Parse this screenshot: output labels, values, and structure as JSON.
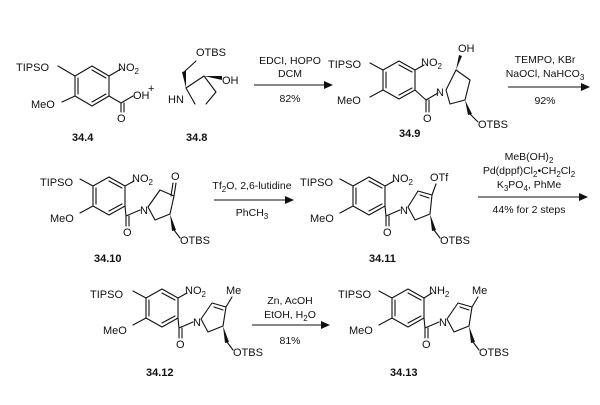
{
  "compounds": {
    "c344": {
      "number": "34.4",
      "labels": {
        "tipso": "TIPSO",
        "meo": "MeO",
        "no2": "NO",
        "no2_sub": "2",
        "oh": "OH",
        "o": "O"
      }
    },
    "plus": "+",
    "c348": {
      "number": "34.8",
      "labels": {
        "otbs": "OTBS",
        "hn": "HN",
        "oh": "OH"
      }
    },
    "c349": {
      "number": "34.9",
      "labels": {
        "tipso": "TIPSO",
        "meo": "MeO",
        "no2": "NO",
        "no2_sub": "2",
        "oh": "OH",
        "n": "N",
        "o": "O",
        "otbs": "OTBS"
      }
    },
    "c3410": {
      "number": "34.10",
      "labels": {
        "tipso": "TIPSO",
        "meo": "MeO",
        "no2": "NO",
        "no2_sub": "2",
        "o_ket": "O",
        "n": "N",
        "o": "O",
        "otbs": "OTBS"
      }
    },
    "c3411": {
      "number": "34.11",
      "labels": {
        "tipso": "TIPSO",
        "meo": "MeO",
        "no2": "NO",
        "no2_sub": "2",
        "otf": "OTf",
        "n": "N",
        "o": "O",
        "otbs": "OTBS"
      }
    },
    "c3412": {
      "number": "34.12",
      "labels": {
        "tipso": "TIPSO",
        "meo": "MeO",
        "no2": "NO",
        "no2_sub": "2",
        "me": "Me",
        "n": "N",
        "o": "O",
        "otbs": "OTBS"
      }
    },
    "c3413": {
      "number": "34.13",
      "labels": {
        "tipso": "TIPSO",
        "meo": "MeO",
        "nh2": "NH",
        "nh2_sub": "2",
        "me": "Me",
        "n": "N",
        "o": "O",
        "otbs": "OTBS"
      }
    }
  },
  "reactions": {
    "r1": {
      "line1": "EDCI, HOPO",
      "line2": "DCM",
      "yield": "82%"
    },
    "r2": {
      "line1": "TEMPO, KBr",
      "line2a": "NaOCl, NaHCO",
      "line2_sub": "3",
      "yield": "92%"
    },
    "r3": {
      "line1a": "Tf",
      "line1_sub": "2",
      "line1b": "O, 2,6-lutidine",
      "line2a": "PhCH",
      "line2_sub": "3"
    },
    "r4": {
      "line1a": "MeB(OH)",
      "line1_sub": "2",
      "line2a": "Pd(dppf)Cl",
      "line2_sub1": "2",
      "line2b": "•CH",
      "line2_sub2": "2",
      "line2c": "Cl",
      "line2_sub3": "2",
      "line3a": "K",
      "line3_sub1": "3",
      "line3b": "PO",
      "line3_sub2": "4",
      "line3c": ", PhMe",
      "yield": "44% for 2 steps"
    },
    "r5": {
      "line1": "Zn, AcOH",
      "line2a": "EtOH, H",
      "line2_sub": "2",
      "line2b": "O",
      "yield": "81%"
    }
  }
}
